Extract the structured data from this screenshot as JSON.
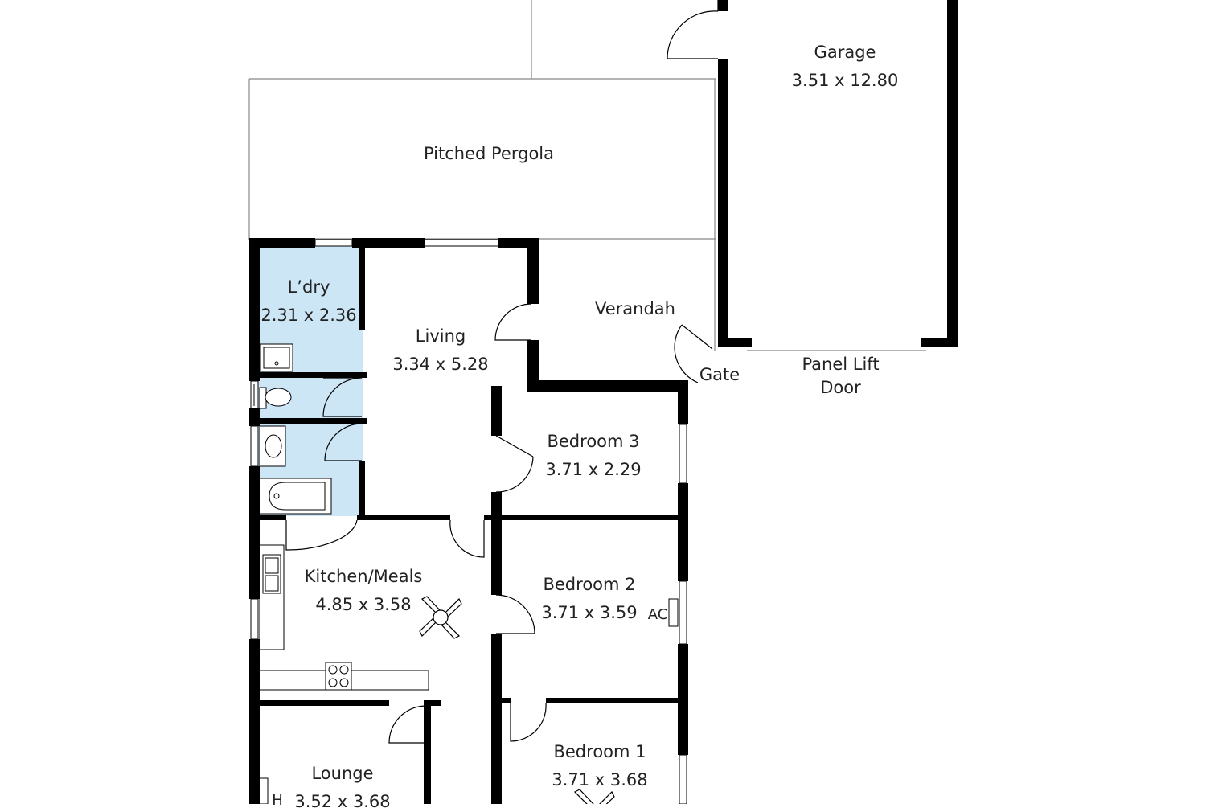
{
  "rooms": {
    "garage": {
      "name": "Garage",
      "dims": "3.51 x 12.80"
    },
    "pergola": {
      "name": "Pitched Pergola"
    },
    "laundry": {
      "name": "L’dry",
      "dims": "2.31 x 2.36"
    },
    "living": {
      "name": "Living",
      "dims": "3.34 x 5.28"
    },
    "verandah": {
      "name": "Verandah"
    },
    "gate": {
      "name": "Gate"
    },
    "panel_door": {
      "line1": "Panel Lift",
      "line2": "Door"
    },
    "bedroom3": {
      "name": "Bedroom 3",
      "dims": "3.71 x 2.29"
    },
    "kitchen": {
      "name": "Kitchen/Meals",
      "dims": "4.85 x 3.58"
    },
    "bedroom2": {
      "name": "Bedroom 2",
      "dims": "3.71 x 3.59",
      "ac": "AC"
    },
    "lounge": {
      "name": "Lounge",
      "dims": "3.52 x 3.68",
      "heater": "H"
    },
    "bedroom1": {
      "name": "Bedroom 1",
      "dims": "3.71 x 3.68"
    }
  },
  "colors": {
    "wet_area": "#cce6f6",
    "wall": "#000000",
    "line": "#888888"
  }
}
